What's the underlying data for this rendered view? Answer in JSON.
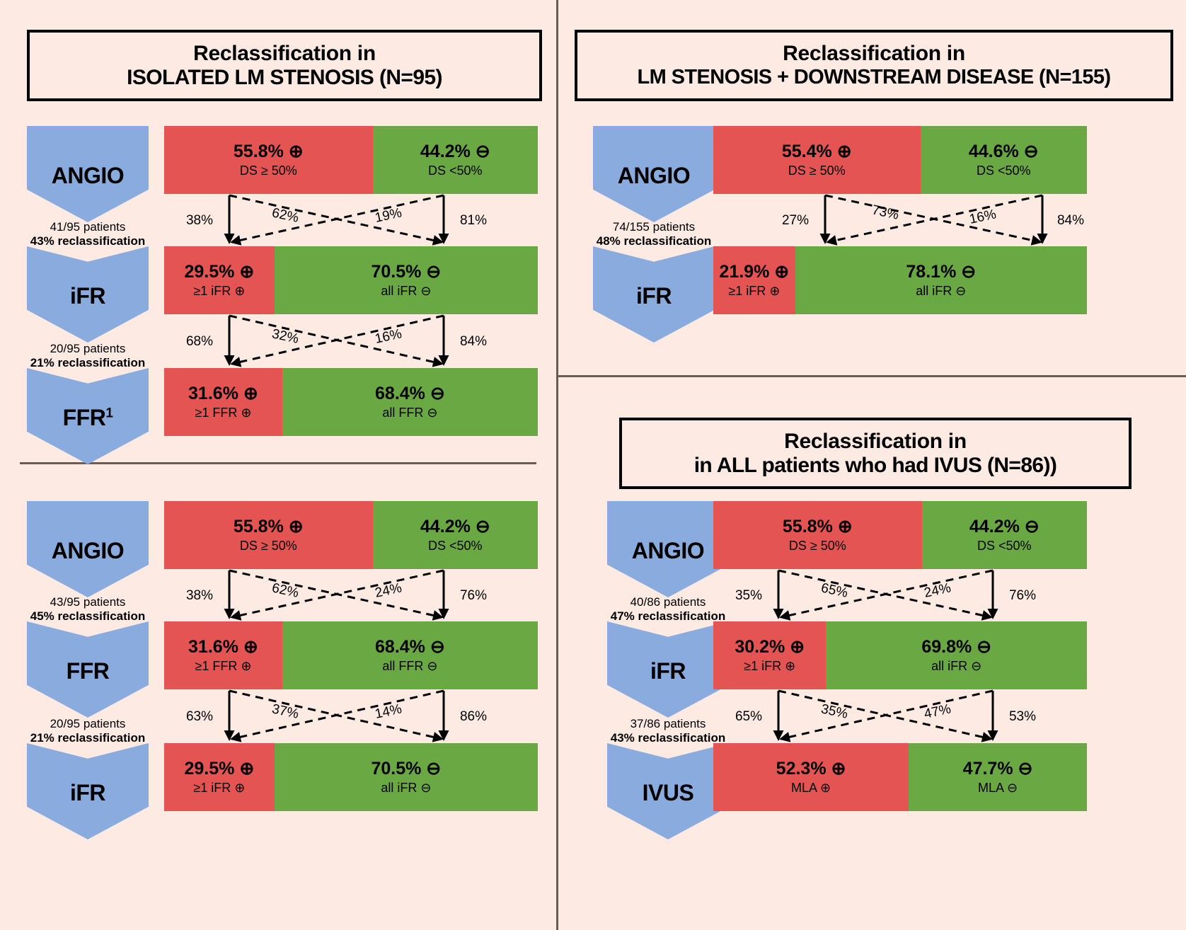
{
  "figure": {
    "background_color": "#fceae3",
    "positive_color": "#e35453",
    "negative_color": "#6aa843",
    "stage_color": "#8aabdd"
  },
  "chart_data": {
    "type": "bar",
    "title": "Reclassification of left main stenosis severity across diagnostic modalities",
    "panels": [
      {
        "id": "isolated-lm",
        "title_line1": "Reclassification in",
        "title_line2": "ISOLATED LM STENOSIS (N=95)",
        "stages": [
          {
            "label": "ANGIO",
            "positive_value": 55.8,
            "positive_label": "55.8% ⊕",
            "positive_sub": "DS ≥ 50%",
            "negative_value": 44.2,
            "negative_label": "44.2% ⊖",
            "negative_sub": "DS <50%"
          },
          {
            "label": "iFR",
            "positive_value": 29.5,
            "positive_label": "29.5% ⊕",
            "positive_sub": "≥1 iFR ⊕",
            "negative_value": 70.5,
            "negative_label": "70.5% ⊖",
            "negative_sub": "all iFR ⊖"
          },
          {
            "label": "FFR",
            "label_sup": "1",
            "positive_value": 31.6,
            "positive_label": "31.6% ⊕",
            "positive_sub": "≥1 FFR ⊕",
            "negative_value": 68.4,
            "negative_label": "68.4% ⊖",
            "negative_sub": "all FFR ⊖"
          }
        ],
        "transitions": [
          {
            "pos_to_pos": "38%",
            "pos_to_neg": "62%",
            "neg_to_pos": "19%",
            "neg_to_neg": "81%",
            "note_line1": "41/95 patients",
            "note_line2": "43% reclassification"
          },
          {
            "pos_to_pos": "68%",
            "pos_to_neg": "32%",
            "neg_to_pos": "16%",
            "neg_to_neg": "84%",
            "note_line1": "20/95 patients",
            "note_line2": "21% reclassification"
          }
        ]
      },
      {
        "id": "isolated-lm-ffr-first",
        "title_line1": "",
        "title_line2": "",
        "stages": [
          {
            "label": "ANGIO",
            "positive_value": 55.8,
            "positive_label": "55.8% ⊕",
            "positive_sub": "DS ≥ 50%",
            "negative_value": 44.2,
            "negative_label": "44.2% ⊖",
            "negative_sub": "DS <50%"
          },
          {
            "label": "FFR",
            "positive_value": 31.6,
            "positive_label": "31.6% ⊕",
            "positive_sub": "≥1 FFR ⊕",
            "negative_value": 68.4,
            "negative_label": "68.4% ⊖",
            "negative_sub": "all FFR ⊖"
          },
          {
            "label": "iFR",
            "positive_value": 29.5,
            "positive_label": "29.5% ⊕",
            "positive_sub": "≥1 iFR ⊕",
            "negative_value": 70.5,
            "negative_label": "70.5% ⊖",
            "negative_sub": "all iFR ⊖"
          }
        ],
        "transitions": [
          {
            "pos_to_pos": "38%",
            "pos_to_neg": "62%",
            "neg_to_pos": "24%",
            "neg_to_neg": "76%",
            "note_line1": "43/95 patients",
            "note_line2": "45% reclassification"
          },
          {
            "pos_to_pos": "63%",
            "pos_to_neg": "37%",
            "neg_to_pos": "14%",
            "neg_to_neg": "86%",
            "note_line1": "20/95 patients",
            "note_line2": "21% reclassification"
          }
        ]
      },
      {
        "id": "lm-downstream",
        "title_line1": "Reclassification in",
        "title_line2": "LM STENOSIS + DOWNSTREAM DISEASE (N=155)",
        "stages": [
          {
            "label": "ANGIO",
            "positive_value": 55.4,
            "positive_label": "55.4% ⊕",
            "positive_sub": "DS ≥ 50%",
            "negative_value": 44.6,
            "negative_label": "44.6% ⊖",
            "negative_sub": "DS <50%"
          },
          {
            "label": "iFR",
            "positive_value": 21.9,
            "positive_label": "21.9% ⊕",
            "positive_sub": "≥1 iFR ⊕",
            "negative_value": 78.1,
            "negative_label": "78.1% ⊖",
            "negative_sub": "all iFR ⊖"
          }
        ],
        "transitions": [
          {
            "pos_to_pos": "27%",
            "pos_to_neg": "73%",
            "neg_to_pos": "16%",
            "neg_to_neg": "84%",
            "note_line1": "74/155 patients",
            "note_line2": "48% reclassification"
          }
        ]
      },
      {
        "id": "all-ivus",
        "title_line1": "Reclassification in",
        "title_line2": "in ALL patients who had IVUS (N=86))",
        "stages": [
          {
            "label": "ANGIO",
            "positive_value": 55.8,
            "positive_label": "55.8% ⊕",
            "positive_sub": "DS ≥ 50%",
            "negative_value": 44.2,
            "negative_label": "44.2% ⊖",
            "negative_sub": "DS <50%"
          },
          {
            "label": "iFR",
            "positive_value": 30.2,
            "positive_label": "30.2% ⊕",
            "positive_sub": "≥1 iFR ⊕",
            "negative_value": 69.8,
            "negative_label": "69.8% ⊖",
            "negative_sub": "all iFR ⊖"
          },
          {
            "label": "IVUS",
            "positive_value": 52.3,
            "positive_label": "52.3% ⊕",
            "positive_sub": "MLA ⊕",
            "negative_value": 47.7,
            "negative_label": "47.7% ⊖",
            "negative_sub": "MLA ⊖"
          }
        ],
        "transitions": [
          {
            "pos_to_pos": "35%",
            "pos_to_neg": "65%",
            "neg_to_pos": "24%",
            "neg_to_neg": "76%",
            "note_line1": "40/86 patients",
            "note_line2": "47% reclassification"
          },
          {
            "pos_to_pos": "65%",
            "pos_to_neg": "35%",
            "neg_to_pos": "47%",
            "neg_to_neg": "53%",
            "note_line1": "37/86 patients",
            "note_line2": "43% reclassification"
          }
        ]
      }
    ]
  }
}
